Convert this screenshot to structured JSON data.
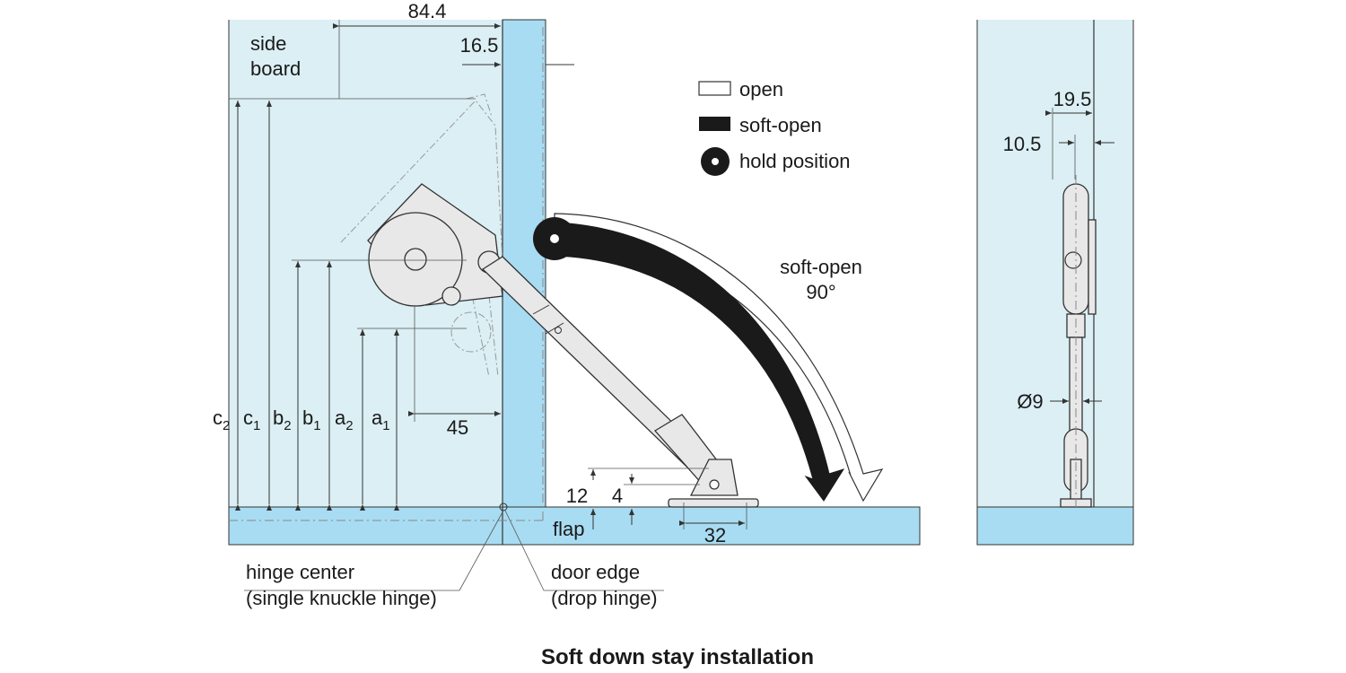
{
  "caption": "Soft down stay installation",
  "legend": {
    "open": "open",
    "soft_open": "soft-open",
    "hold_position": "hold position"
  },
  "labels": {
    "side_board_line1": "side",
    "side_board_line2": "board",
    "flap": "flap",
    "soft_open_line1": "soft-open",
    "soft_open_line2": "90°",
    "hinge_center_line1": "hinge center",
    "hinge_center_line2": "(single knuckle hinge)",
    "door_edge_line1": "door edge",
    "door_edge_line2": "(drop hinge)"
  },
  "dimensions": {
    "d84_4": "84.4",
    "d16_5": "16.5",
    "d45": "45",
    "d12": "12",
    "d4": "4",
    "d32": "32",
    "d19_5": "19.5",
    "d10_5": "10.5",
    "dia9": "Ø9"
  },
  "variables": [
    {
      "base": "c",
      "sub": "2"
    },
    {
      "base": "c",
      "sub": "1"
    },
    {
      "base": "b",
      "sub": "2"
    },
    {
      "base": "b",
      "sub": "1"
    },
    {
      "base": "a",
      "sub": "2"
    },
    {
      "base": "a",
      "sub": "1"
    }
  ],
  "colors": {
    "board": "#dbeff4",
    "edge": "#a8dcf2",
    "arrow_soft": "#1a1a1a",
    "arrow_open": "#ffffff"
  }
}
